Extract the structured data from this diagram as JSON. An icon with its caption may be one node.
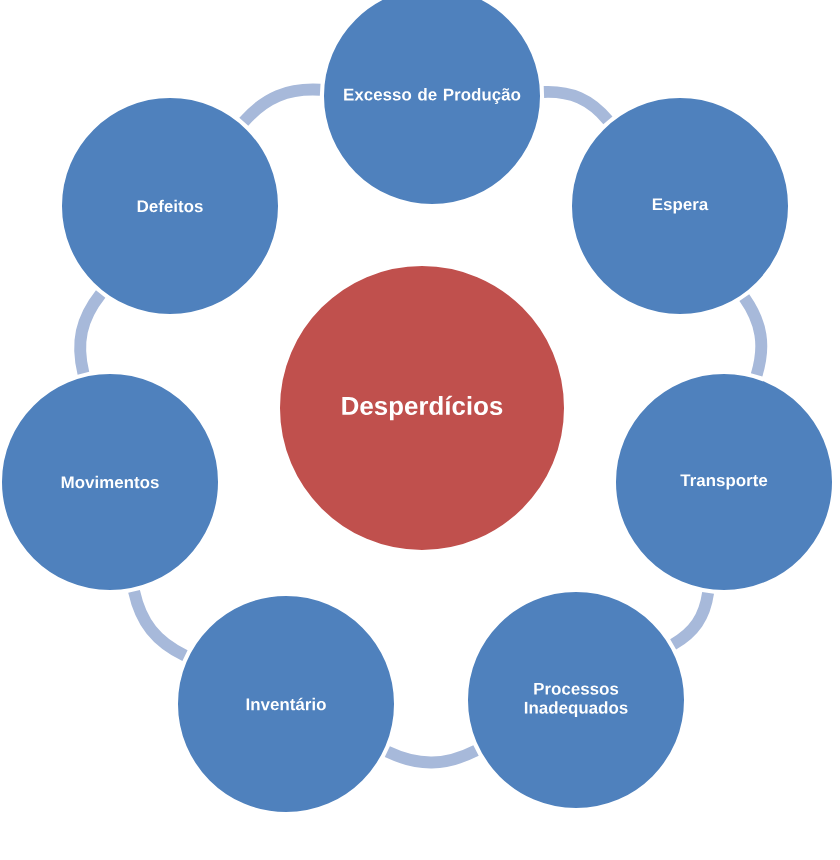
{
  "diagram": {
    "nodes": [
      {
        "text": [
          "Desperdícios"
        ]
      },
      {
        "text": [
          "Excesso de Produção"
        ]
      },
      {
        "text": [
          "Espera"
        ]
      },
      {
        "text": [
          "Transporte"
        ]
      },
      {
        "text": [
          "Processos Inadequados"
        ]
      },
      {
        "text": [
          "Inventário"
        ]
      },
      {
        "text": [
          "Movimentos"
        ]
      },
      {
        "text": [
          "Defeitos"
        ]
      }
    ],
    "edges": [
      {
        "from": 1,
        "to": 2,
        "arrow": "none"
      },
      {
        "from": 2,
        "to": 3,
        "arrow": "none"
      },
      {
        "from": 3,
        "to": 4,
        "arrow": "none"
      },
      {
        "from": 4,
        "to": 5,
        "arrow": "none"
      },
      {
        "from": 5,
        "to": 6,
        "arrow": "none"
      },
      {
        "from": 6,
        "to": 7,
        "arrow": "none"
      },
      {
        "from": 7,
        "to": 1,
        "arrow": "none"
      }
    ]
  }
}
